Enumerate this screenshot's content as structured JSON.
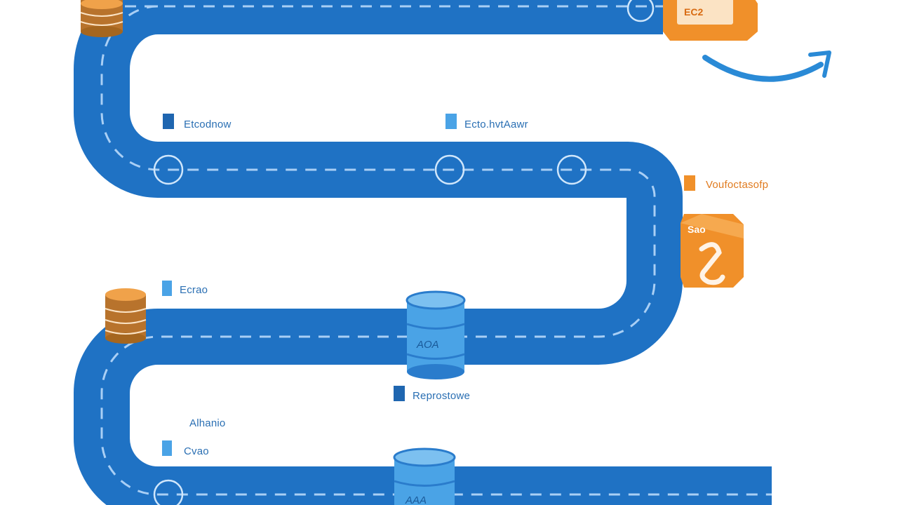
{
  "diagram": {
    "colors": {
      "road": "#1f72c4",
      "road_dash": "#a9cff5",
      "accent_blue": "#2a7ccc",
      "light_blue": "#4aa3e6",
      "orange": "#f0902a",
      "dark_orange": "#d86b12",
      "brown": "#b8732c"
    },
    "labels": [
      {
        "id": "label-1",
        "text": "Etcodnow"
      },
      {
        "id": "label-2",
        "text": "Ecto.hvtAawr"
      },
      {
        "id": "label-3",
        "text": "Voufoctasofp"
      },
      {
        "id": "label-4",
        "text": "Ecrao"
      },
      {
        "id": "label-5",
        "text": "Reprostowe"
      },
      {
        "id": "label-6",
        "text": "Alhanio"
      },
      {
        "id": "label-7",
        "text": "Cvao"
      }
    ],
    "cylinder_labels": [
      {
        "id": "cyl-1",
        "text": "AOA"
      },
      {
        "id": "cyl-2",
        "text": "AAA"
      }
    ],
    "icon_labels": {
      "top_service": "EC2",
      "mid_service": "Sao"
    },
    "icons": [
      "database-icon",
      "database-icon",
      "database-icon",
      "database-icon",
      "service-box-icon",
      "lambda-icon",
      "amazon-smile-icon"
    ]
  }
}
